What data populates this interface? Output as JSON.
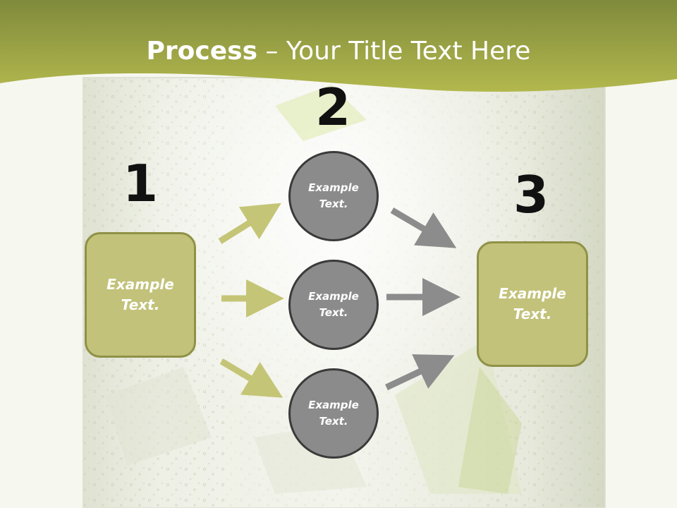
{
  "title": {
    "bold": "Process",
    "rest": " – Your Title Text Here"
  },
  "steps": [
    {
      "number": "1",
      "text": "Example Text."
    },
    {
      "number": "2",
      "text": "Example Text."
    },
    {
      "number": "3",
      "text": "Example Text."
    }
  ],
  "circles": [
    {
      "text": "Example Text."
    },
    {
      "text": "Example Text."
    },
    {
      "text": "Example Text."
    }
  ],
  "colors": {
    "accent_green": "#b4b74a",
    "box_fill": "#c2c27a",
    "box_border": "#8f9146",
    "circle_fill": "#8b8b8b",
    "arrow_green": "#c5c577",
    "arrow_gray": "#8c8c8c"
  }
}
